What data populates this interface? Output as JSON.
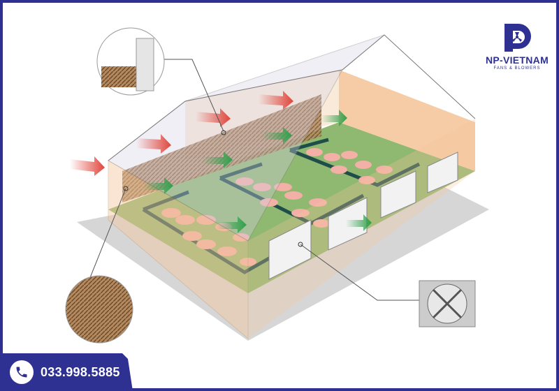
{
  "brand": {
    "name": "NP-VIETNAM",
    "tagline": "FANS & BLOWERS",
    "color": "#2e3192"
  },
  "contact": {
    "phone": "033.998.5885",
    "icon": "phone-icon"
  },
  "colors": {
    "floor": "#8fb870",
    "wall": "#f4c79c",
    "airflow_in": "#e0453c",
    "airflow_out": "#2fa04a",
    "pad": "#8a6a48"
  }
}
